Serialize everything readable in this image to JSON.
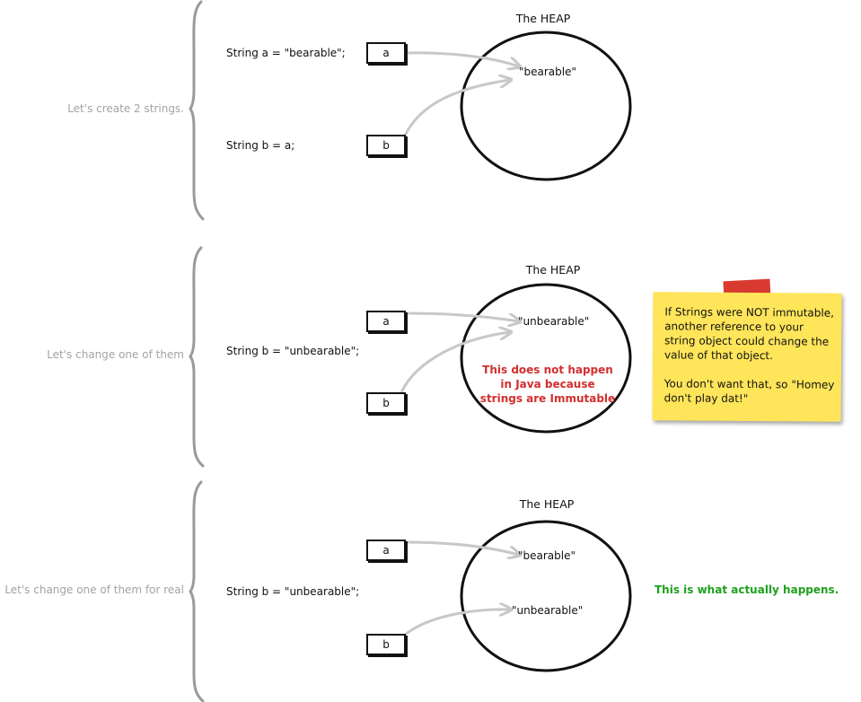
{
  "sections": [
    {
      "side_label": "Let's create 2 strings.",
      "code_a": "String a = \"bearable\";",
      "code_b": "String b = a;",
      "heap_title": "The HEAP",
      "ref_a": "a",
      "ref_b": "b",
      "heap_strings": [
        "\"bearable\""
      ]
    },
    {
      "side_label": "Let's change one of them",
      "code": "String b = \"unbearable\";",
      "heap_title": "The HEAP",
      "ref_a": "a",
      "ref_b": "b",
      "heap_strings": [
        "\"unbearable\""
      ],
      "warning": "This does not happen in Java because strings are Immutable",
      "note": {
        "paragraph_1": "If Strings were NOT immutable, another reference to your string object could change the value of that object.",
        "paragraph_2": "You don't want that, so \"Homey don't play dat!\""
      }
    },
    {
      "side_label": "Let's change one of them for real",
      "code": "String b = \"unbearable\";",
      "heap_title": "The HEAP",
      "ref_a": "a",
      "ref_b": "b",
      "heap_strings": [
        "\"bearable\"",
        "\"unbearable\""
      ],
      "result": "This is what actually happens."
    }
  ],
  "colors": {
    "side_label": "#a3a3a3",
    "arrow": "#c8c8c8",
    "warning": "#d32f2f",
    "result": "#1ea01e",
    "note_background": "#ffe55a",
    "note_tape": "#d93a2f"
  }
}
